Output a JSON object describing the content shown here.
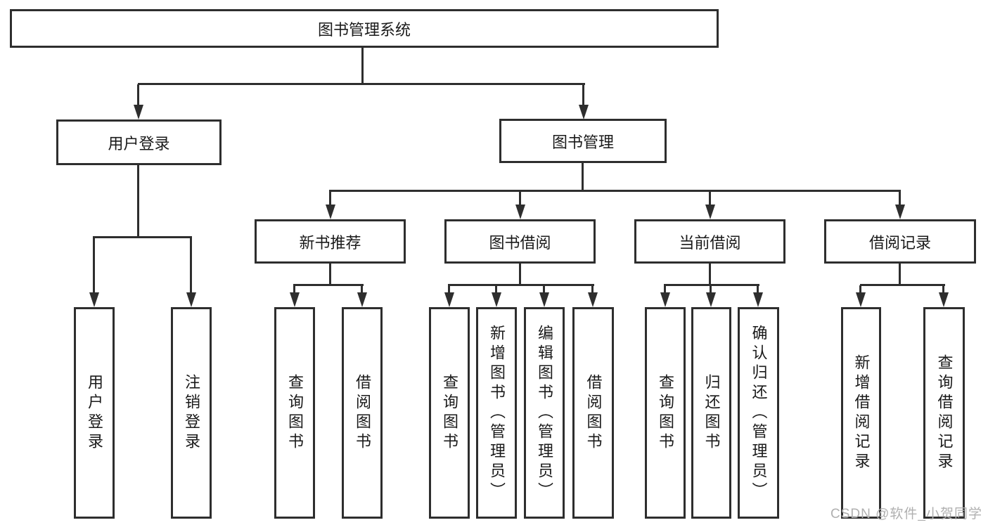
{
  "diagram_type": "hierarchy-tree",
  "nodes": {
    "root": "图书管理系统",
    "user_login_branch": "用户登录",
    "book_mgmt_branch": "图书管理",
    "new_book_rec": "新书推荐",
    "book_borrow": "图书借阅",
    "current_borrow": "当前借阅",
    "borrow_records": "借阅记录",
    "leaf_user_login": "用户登录",
    "leaf_logout": "注销登录",
    "leaf_nbr_query": "查询图书",
    "leaf_nbr_borrow": "借阅图书",
    "leaf_bb_query": "查询图书",
    "leaf_bb_add": "新增图书（管理员）",
    "leaf_bb_edit": "编辑图书（管理员）",
    "leaf_bb_borrow": "借阅图书",
    "leaf_cb_query": "查询图书",
    "leaf_cb_return": "归还图书",
    "leaf_cb_confirm": "确认归还（管理员）",
    "leaf_br_add": "新增借阅记录",
    "leaf_br_query": "查询借阅记录"
  },
  "hierarchy": {
    "图书管理系统": {
      "用户登录": [
        "用户登录",
        "注销登录"
      ],
      "图书管理": {
        "新书推荐": [
          "查询图书",
          "借阅图书"
        ],
        "图书借阅": [
          "查询图书",
          "新增图书（管理员）",
          "编辑图书（管理员）",
          "借阅图书"
        ],
        "当前借阅": [
          "查询图书",
          "归还图书",
          "确认归还（管理员）"
        ],
        "借阅记录": [
          "新增借阅记录",
          "查询借阅记录"
        ]
      }
    }
  },
  "watermark": "CSDN @软件_小贺同学",
  "colors": {
    "line": "#2e2e2e",
    "text": "#1a1a1a",
    "box_background": "#ffffff",
    "watermark": "#b0b0b0",
    "background": "#ffffff"
  }
}
